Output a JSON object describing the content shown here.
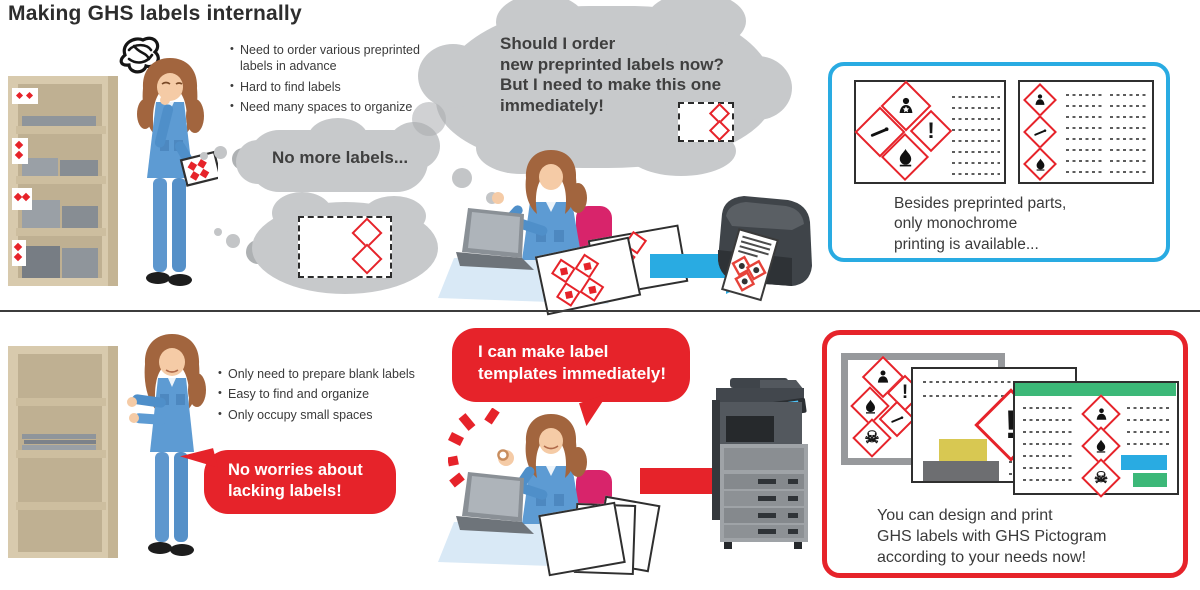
{
  "title": "Making GHS labels internally",
  "palette": {
    "red": "#e6232a",
    "cyan": "#29abe2",
    "green": "#3cb878",
    "yellow": "#d8c852",
    "gray_bar": "#6d6e71",
    "cloud_gray": "#c7c9cb",
    "uniform_blue": "#5d9bd3",
    "text": "#3a3a3a"
  },
  "icons": {
    "skull": "☠",
    "exclamation": "!"
  },
  "top": {
    "bullets": [
      "Need to order various preprinted labels in advance",
      "Hard to find labels",
      "Need many spaces to organize"
    ],
    "no_more_labels": "No more labels...",
    "thought": {
      "lines": [
        "Should I order",
        "new preprinted labels now?",
        "But I need to make this one",
        "immediately!"
      ]
    },
    "monochrome_note": {
      "lines": [
        "Besides preprinted parts,",
        "only monochrome",
        "printing is available..."
      ]
    }
  },
  "bottom": {
    "bullets": [
      "Only need to prepare blank labels",
      "Easy to find and organize",
      "Only occupy small spaces"
    ],
    "speech_no_worries": {
      "lines": [
        "No worries about",
        "lacking labels!"
      ]
    },
    "speech_templates": {
      "lines": [
        "I can make label",
        "templates immediately!"
      ]
    },
    "result_note": {
      "lines": [
        "You can design and print",
        "GHS labels with GHS Pictogram",
        "according to your needs now!"
      ]
    }
  }
}
